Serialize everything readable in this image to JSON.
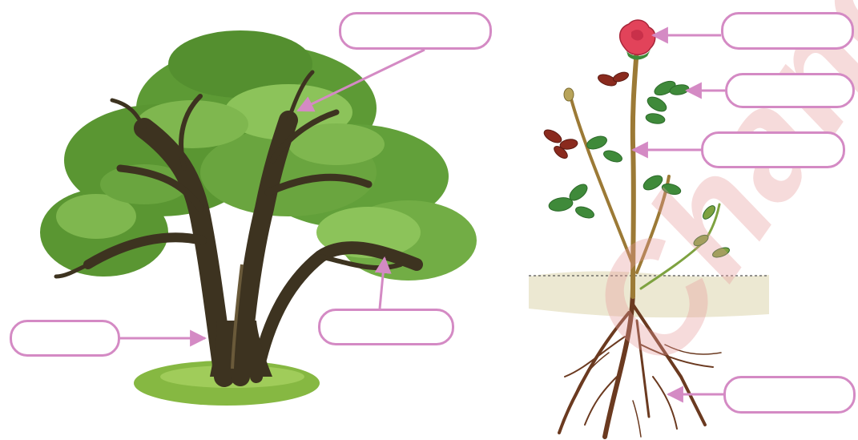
{
  "diagram": {
    "subject_left": "tree",
    "subject_right": "rose-plant",
    "label_color": "#d48ac4",
    "watermark_text": "Chandan",
    "labels": [
      {
        "id": "tree-leaves",
        "text": ""
      },
      {
        "id": "tree-trunk",
        "text": ""
      },
      {
        "id": "tree-branch",
        "text": ""
      },
      {
        "id": "rose-flower",
        "text": ""
      },
      {
        "id": "rose-leaf",
        "text": ""
      },
      {
        "id": "rose-stem",
        "text": ""
      },
      {
        "id": "rose-root",
        "text": ""
      }
    ]
  },
  "colors": {
    "foliage_dark": "#4f8a2e",
    "foliage_light": "#8cc35a",
    "bark": "#3d3320",
    "grass": "#86b842",
    "rose_petal": "#e2435a",
    "soil": "#ece8d2",
    "root": "#6b3a20"
  }
}
